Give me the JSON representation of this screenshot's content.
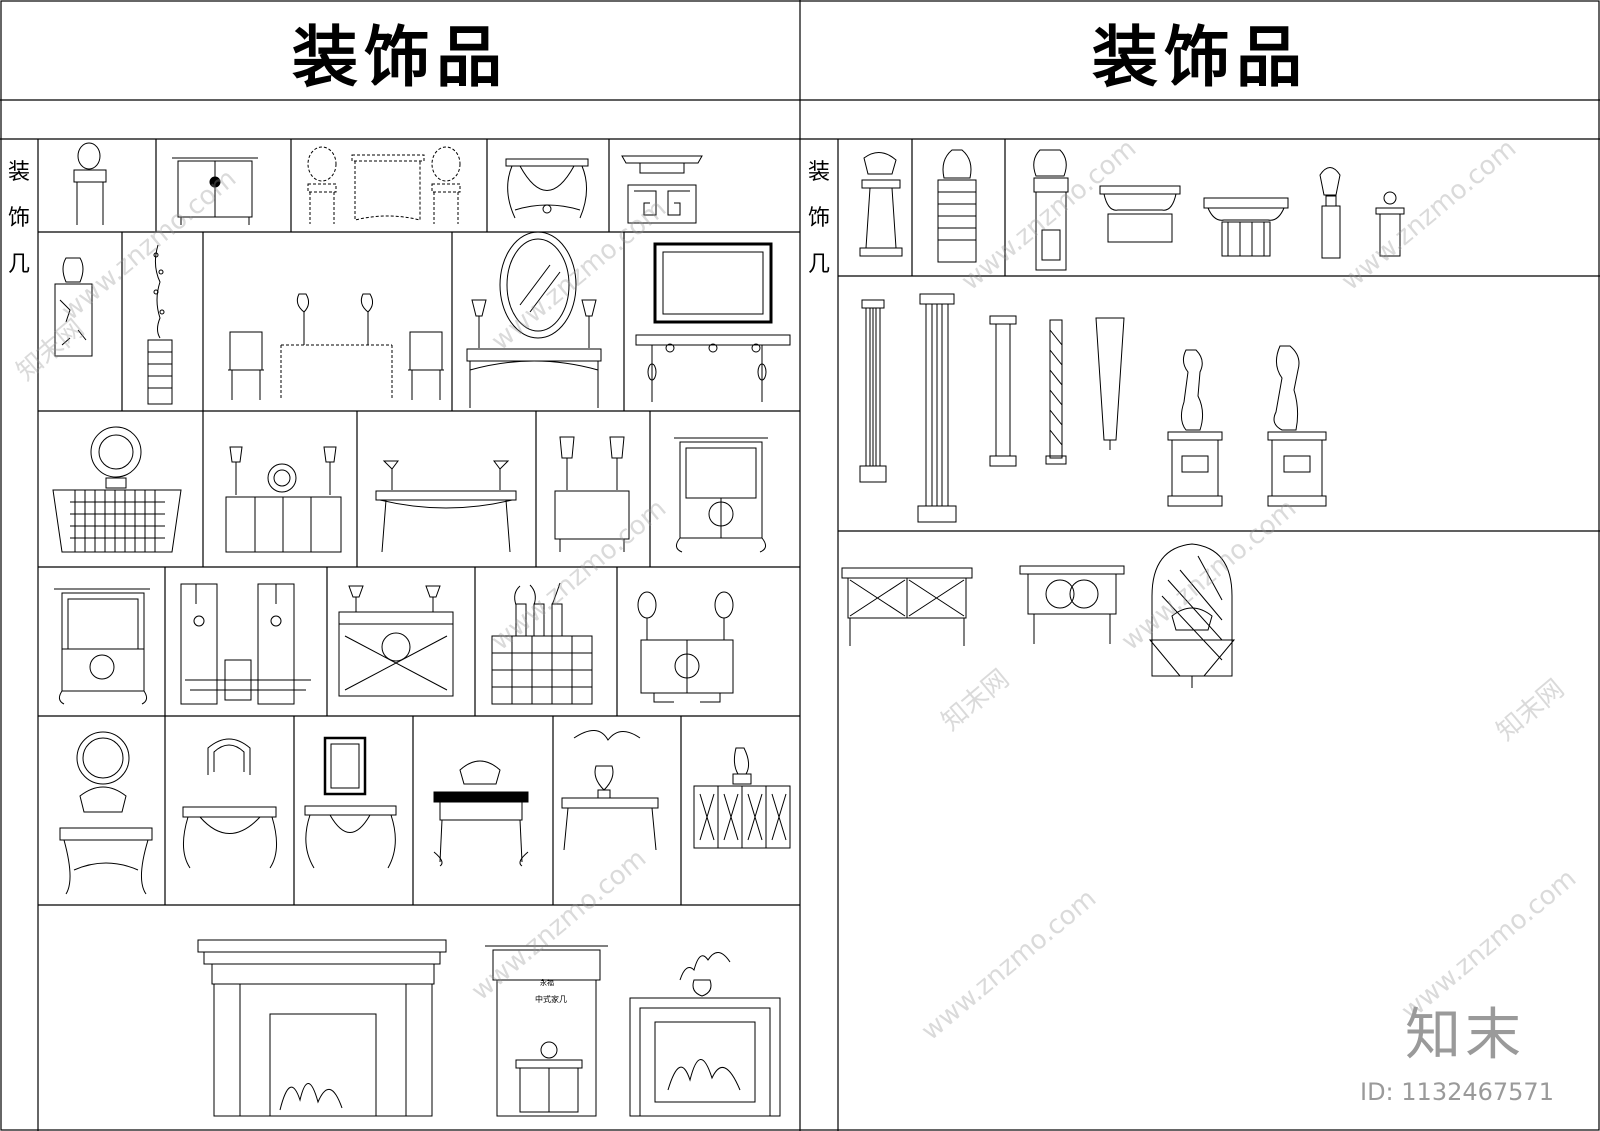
{
  "titles": {
    "left": "装饰品",
    "right": "装饰品"
  },
  "side_labels": {
    "left": [
      "装",
      "饰",
      "几"
    ],
    "right": [
      "装",
      "饰",
      "几"
    ]
  },
  "annotations": {
    "fireplace_sign": "中式家几",
    "fireplace_small": "永福"
  },
  "watermarks": {
    "site": "www.znzmo.com",
    "brand_cn": "知末网"
  },
  "brand": {
    "logo": "知末",
    "id": "ID: 1132467571"
  }
}
